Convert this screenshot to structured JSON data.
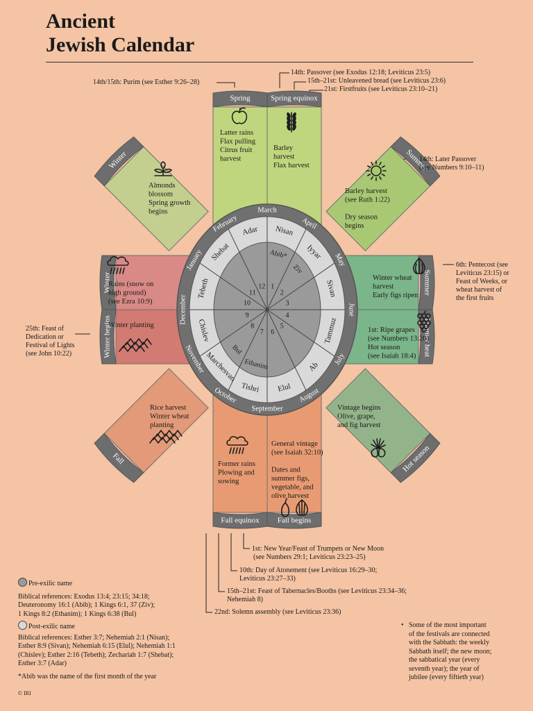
{
  "title": {
    "line1": "Ancient",
    "line2": "Jewish Calendar"
  },
  "sectors": [
    {
      "id": "spring-left",
      "band": "Spring",
      "lines": [
        "Latter rains",
        "Flax pulling",
        "Citrus fruit",
        "harvest"
      ],
      "icon": "apple-icon",
      "color": "#c0d67e"
    },
    {
      "id": "spring-right",
      "band": "Spring equinox",
      "lines": [
        "Barley",
        "harvest",
        "Flax harvest"
      ],
      "icon": "wheat-icon",
      "color": "#c0d67e"
    },
    {
      "id": "summer-diag",
      "band": "Summer",
      "lines": [
        "Barley harvest",
        "(see Ruth 1:22)",
        "",
        "Dry season",
        "begins"
      ],
      "icon": "sun-icon",
      "color": "#a8c873"
    },
    {
      "id": "summer-upper",
      "band": "Summer",
      "lines": [
        "Winter wheat",
        "harvest",
        "Early figs ripen"
      ],
      "icon": "onion-icon",
      "color": "#7bb58a"
    },
    {
      "id": "summer-lower",
      "band": "Summer heat",
      "lines": [
        "1st: Ripe grapes",
        "(see Numbers 13:20)",
        "Hot season",
        "(see Isaiah 18:4)"
      ],
      "icon": "grapes-icon",
      "color": "#7bb58a"
    },
    {
      "id": "hot-diag",
      "band": "Hot season",
      "lines": [
        "Vintage begins",
        "Olive, grape,",
        "and fig harvest"
      ],
      "icon": "pomegranate-icon",
      "color": "#93b48a"
    },
    {
      "id": "fall-right",
      "band": "Fall begins",
      "lines": [
        "General vintage",
        "(see Isaiah 32:10)",
        "",
        "Dates and",
        "summer figs,",
        "vegetable, and",
        "olive harvest"
      ],
      "icon": "fig-icon",
      "color": "#e89b72"
    },
    {
      "id": "fall-left",
      "band": "Fall equinox",
      "lines": [
        "Former rains",
        "Plowing and",
        "sowing"
      ],
      "icon": "rain-icon",
      "color": "#e89b72"
    },
    {
      "id": "fall-diag",
      "band": "Fall",
      "lines": [
        "Rice harvest",
        "Winter wheat",
        "planting"
      ],
      "icon": "plowed-field-icon",
      "color": "#e39a78"
    },
    {
      "id": "winter-lower",
      "band": "Winter begins",
      "lines": [
        "Winter planting"
      ],
      "icon": "plowed-field-icon",
      "color": "#d17b73"
    },
    {
      "id": "winter-upper",
      "band": "Winter",
      "lines": [
        "Rains (snow on",
        "high ground)",
        "(see Ezra 10:9)"
      ],
      "icon": "rain-icon",
      "color": "#d98a86"
    },
    {
      "id": "winter-diag",
      "band": "Winter",
      "lines": [
        "Almonds",
        "blossom",
        "Spring growth",
        "begins"
      ],
      "icon": "blossom-icon",
      "color": "#c2cf8e"
    }
  ],
  "gregorian_months": [
    "March",
    "April",
    "May",
    "June",
    "July",
    "August",
    "September",
    "October",
    "November",
    "December",
    "January",
    "February"
  ],
  "hebrew_months": [
    {
      "post": "Nisan",
      "pre": "Abib*"
    },
    {
      "post": "Iyyar",
      "pre": "Ziv"
    },
    {
      "post": "Sivan",
      "pre": ""
    },
    {
      "post": "Tammuz",
      "pre": ""
    },
    {
      "post": "Ab",
      "pre": ""
    },
    {
      "post": "Elul",
      "pre": ""
    },
    {
      "post": "Tishri",
      "pre": "Ethanim"
    },
    {
      "post": "Marchesvan",
      "pre": "Bul"
    },
    {
      "post": "Chislev",
      "pre": ""
    },
    {
      "post": "Tebeth",
      "pre": ""
    },
    {
      "post": "Shebat",
      "pre": ""
    },
    {
      "post": "Adar",
      "pre": ""
    }
  ],
  "month_numbers": [
    "1",
    "2",
    "3",
    "4",
    "5",
    "6",
    "7",
    "8",
    "9",
    "10",
    "11",
    "12"
  ],
  "annotations": {
    "purim": [
      "14th/15th: Purim (see Esther 9:26–28)"
    ],
    "passover": [
      "14th: Passover (see Exodus 12:18; Leviticus 23:5)",
      "15th–21st: Unleavened bread (see Leviticus 23:6)",
      "21st: Firstfruits (see Leviticus 23:10–21)"
    ],
    "later_passover": [
      "14th: Later Passover",
      "(see Numbers 9:10–11)"
    ],
    "pentecost": [
      "6th: Pentecost (see",
      "Leviticus 23:15) or",
      "Feast of Weeks, or",
      "wheat harvest of",
      "the  first fruits"
    ],
    "dedication": [
      "25th: Feast of",
      "Dedication or",
      "Festival of Lights",
      "(see John 10:22)"
    ],
    "new_year": [
      "1st: New Year/Feast of Trumpets or New Moon",
      "(see Numbers 29:1; Leviticus 23:23–25)"
    ],
    "atonement": [
      "10th: Day of Atonement (see Leviticus 16:29–30;",
      "Leviticus 23:27–33)"
    ],
    "tabernacles": [
      "15th–21st: Feast of Tabernacles/Booths (see Leviticus 23:34–36;",
      "Nehemiah 8)"
    ],
    "solemn": [
      "22nd: Solemn assembly (see Leviticus 23:36)"
    ]
  },
  "legend": {
    "pre_label": "Pre-exilic name",
    "pre_refs": [
      "Biblical references: Exodus 13:4; 23:15; 34:18;",
      "Deuteronomy 16:1 (Abib); 1 Kings 6:1, 37 (Ziv);",
      "1 Kings 8:2 (Ethanim); 1 Kings 6:38 (Bul)"
    ],
    "post_label": "Post-exilic name",
    "post_refs": [
      "Biblical references: Esther 3:7; Nehemiah 2:1 (Nisan);",
      "Esther 8:9 (Sivan); Nehemiah 6:15 (Elul); Nehemiah 1:1",
      "(Chislev); Esther 2:16 (Tebeth); Zechariah 1:7 (Shebat);",
      "Esther 3:7 (Adar)"
    ],
    "abib_note": "*Abib was the name of the first month of the year",
    "pre_color": "#9a9a9a",
    "post_color": "#d9d9d9"
  },
  "sabbath_note": [
    "Some of the most important",
    "of the festivals are connected",
    "with the Sabbath: the weekly",
    "Sabbath itself; the new moon;",
    "the sabbatical year (every",
    "seventh year); the year of",
    "jubilee (every fiftieth year)"
  ],
  "copyright": "© IRI",
  "colors": {
    "background": "#f4c4a4",
    "band": "#6d6d6d",
    "ring": "#707070",
    "post_ring": "#d9d9d9",
    "pre_ring": "#9a9a9a",
    "center": "#9c9c9c"
  }
}
